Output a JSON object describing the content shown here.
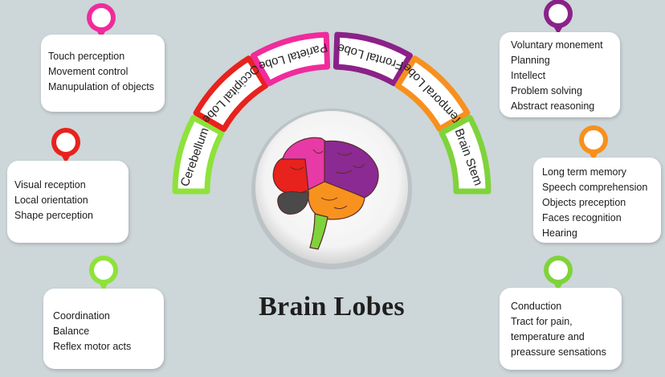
{
  "title": "Brain Lobes",
  "lobes": [
    {
      "key": "cerebellum",
      "label": "Cerebellum",
      "color": "#8ee23a"
    },
    {
      "key": "occipital",
      "label": "Occipital Lobe",
      "color": "#e8221c"
    },
    {
      "key": "parietal",
      "label": "Parietal Lobe",
      "color": "#f02b9c"
    },
    {
      "key": "frontal",
      "label": "Frontal Lobe",
      "color": "#8b2188"
    },
    {
      "key": "temporal",
      "label": "Temporal Lobe",
      "color": "#f7901e"
    },
    {
      "key": "brainstem",
      "label": "Brain Stem",
      "color": "#7fd33a"
    }
  ],
  "cards": {
    "parietal": [
      "Touch perception",
      "Movement control",
      "Manupulation of objects"
    ],
    "occipital": [
      "Visual reception",
      "Local orientation",
      "Shape perception"
    ],
    "cerebellum": [
      "Coordination",
      "Balance",
      "Reflex motor acts"
    ],
    "frontal": [
      "Voluntary monement",
      "Planning",
      "Intellect",
      "Problem solving",
      "Abstract reasoning"
    ],
    "temporal": [
      "Long term memory",
      "Speech comprehension",
      "Objects preception",
      "Faces recognition",
      "Hearing"
    ],
    "brainstem": [
      "Conduction",
      "Tract for pain,",
      "temperature and",
      "preassure sensations"
    ]
  }
}
